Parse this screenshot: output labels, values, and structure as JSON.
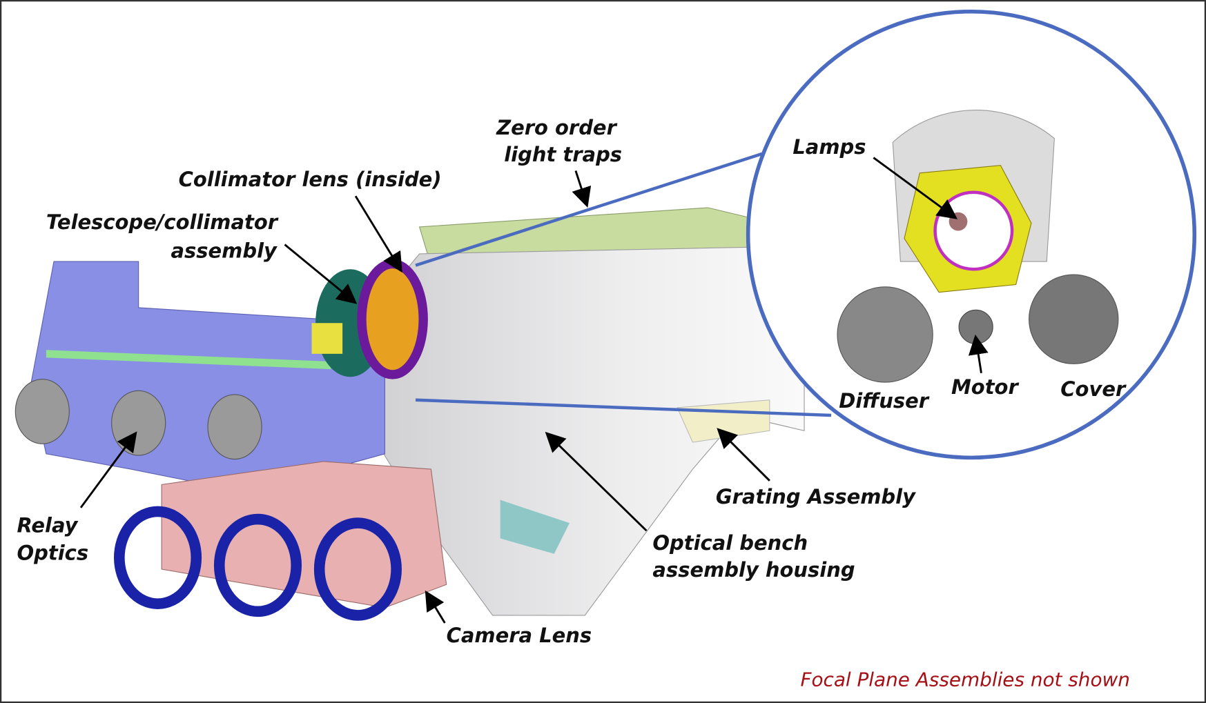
{
  "labels": {
    "zero_order_1": "Zero order",
    "zero_order_2": "light traps",
    "collimator_lens": "Collimator lens (inside)",
    "telescope_1": "Telescope/collimator",
    "telescope_2": "assembly",
    "relay_1": "Relay",
    "relay_2": "Optics",
    "camera_lens": "Camera Lens",
    "optical_bench_1": "Optical bench",
    "optical_bench_2": "assembly housing",
    "grating": "Grating Assembly",
    "lamps": "Lamps",
    "diffuser": "Diffuser",
    "motor": "Motor",
    "cover": "Cover"
  },
  "note": "Focal Plane Assemblies not shown",
  "colors": {
    "inset_ring": "#4a6bbf",
    "note": "#a50f16",
    "housing": "#e4e4e4",
    "relay": "#8a8fe6",
    "camera": "#e8b0b0",
    "camera_ring": "#1a23a8",
    "traps": "#c9dca0"
  }
}
